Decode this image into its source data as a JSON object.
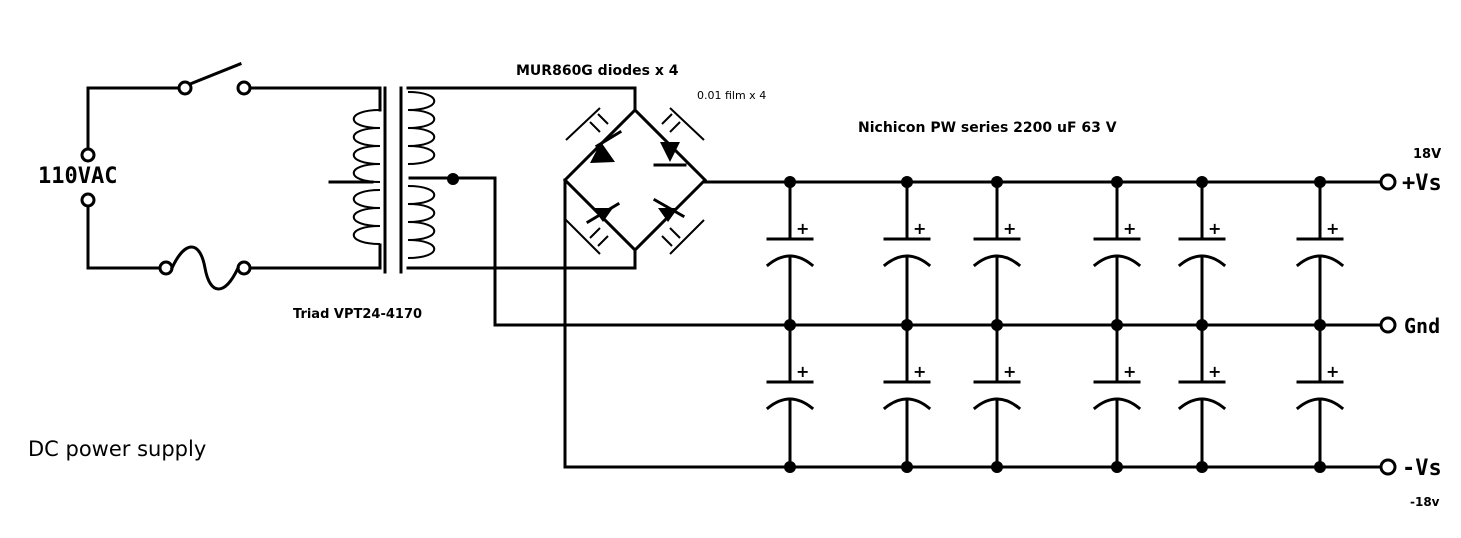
{
  "title": "DC power supply",
  "mains_label": "110VAC",
  "transformer_label": "Triad VPT24-4170",
  "diodes_label": "MUR860G diodes x 4",
  "film_caps_label": "0.01 film x 4",
  "capacitors_label": "Nichicon PW series  2200 uF 63 V",
  "outputs": {
    "pos_voltage": "18V",
    "pos_label": "+Vs",
    "gnd_label": "Gnd",
    "neg_label": "-Vs",
    "neg_voltage": "-18v"
  },
  "cap_polarity": "+"
}
